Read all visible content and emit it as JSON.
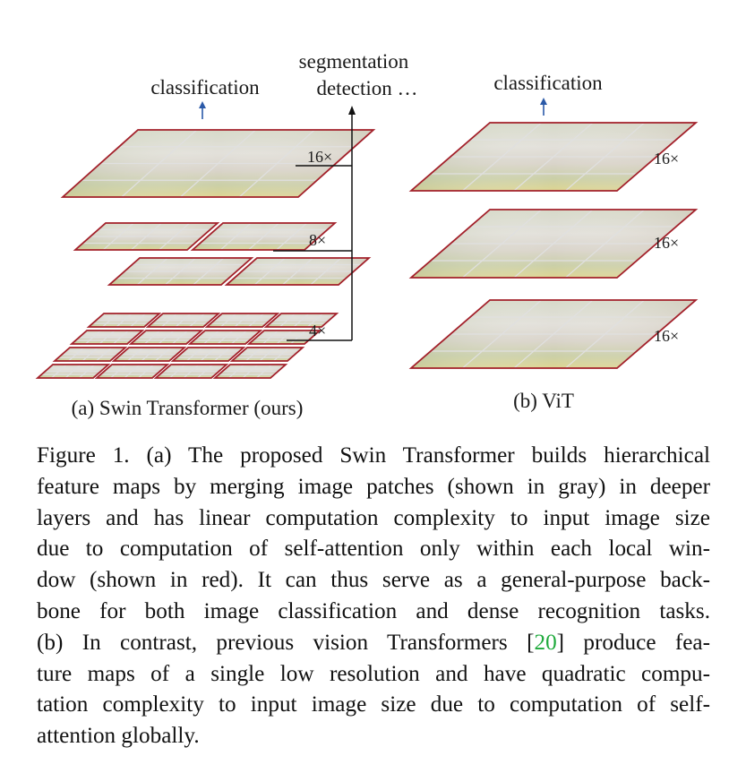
{
  "figure": {
    "panel_a": {
      "top_label": "classification",
      "right_label_line1": "segmentation",
      "right_label_line2": "detection …",
      "stage_labels": [
        "16×",
        "8×",
        "4×"
      ],
      "subcaption": "(a) Swin Transformer (ours)"
    },
    "panel_b": {
      "top_label": "classification",
      "stage_labels": [
        "16×",
        "16×",
        "16×"
      ],
      "subcaption": "(b) ViT"
    },
    "colors": {
      "arrow_blue": "#2b5aa8",
      "window_red": "#a3202a",
      "patch_gray": "#e0e0e0",
      "ref_green": "#1faa3c"
    }
  },
  "caption": {
    "lines": [
      "Figure 1. (a) The proposed Swin Transformer builds hierarchical",
      "feature maps by merging image patches (shown in gray) in deeper",
      "layers and has linear computation complexity to input image size",
      "due to computation of self-attention only within each local win-",
      "dow (shown in red). It can thus serve as a general-purpose back-",
      "bone for both image classification and dense recognition tasks.",
      "(b) In contrast, previous vision Transformers [20] produce fea-",
      "ture maps of a single low resolution and have quadratic compu-",
      "tation complexity to input image size due to computation of self-",
      "attention globally."
    ],
    "citation": "20"
  }
}
